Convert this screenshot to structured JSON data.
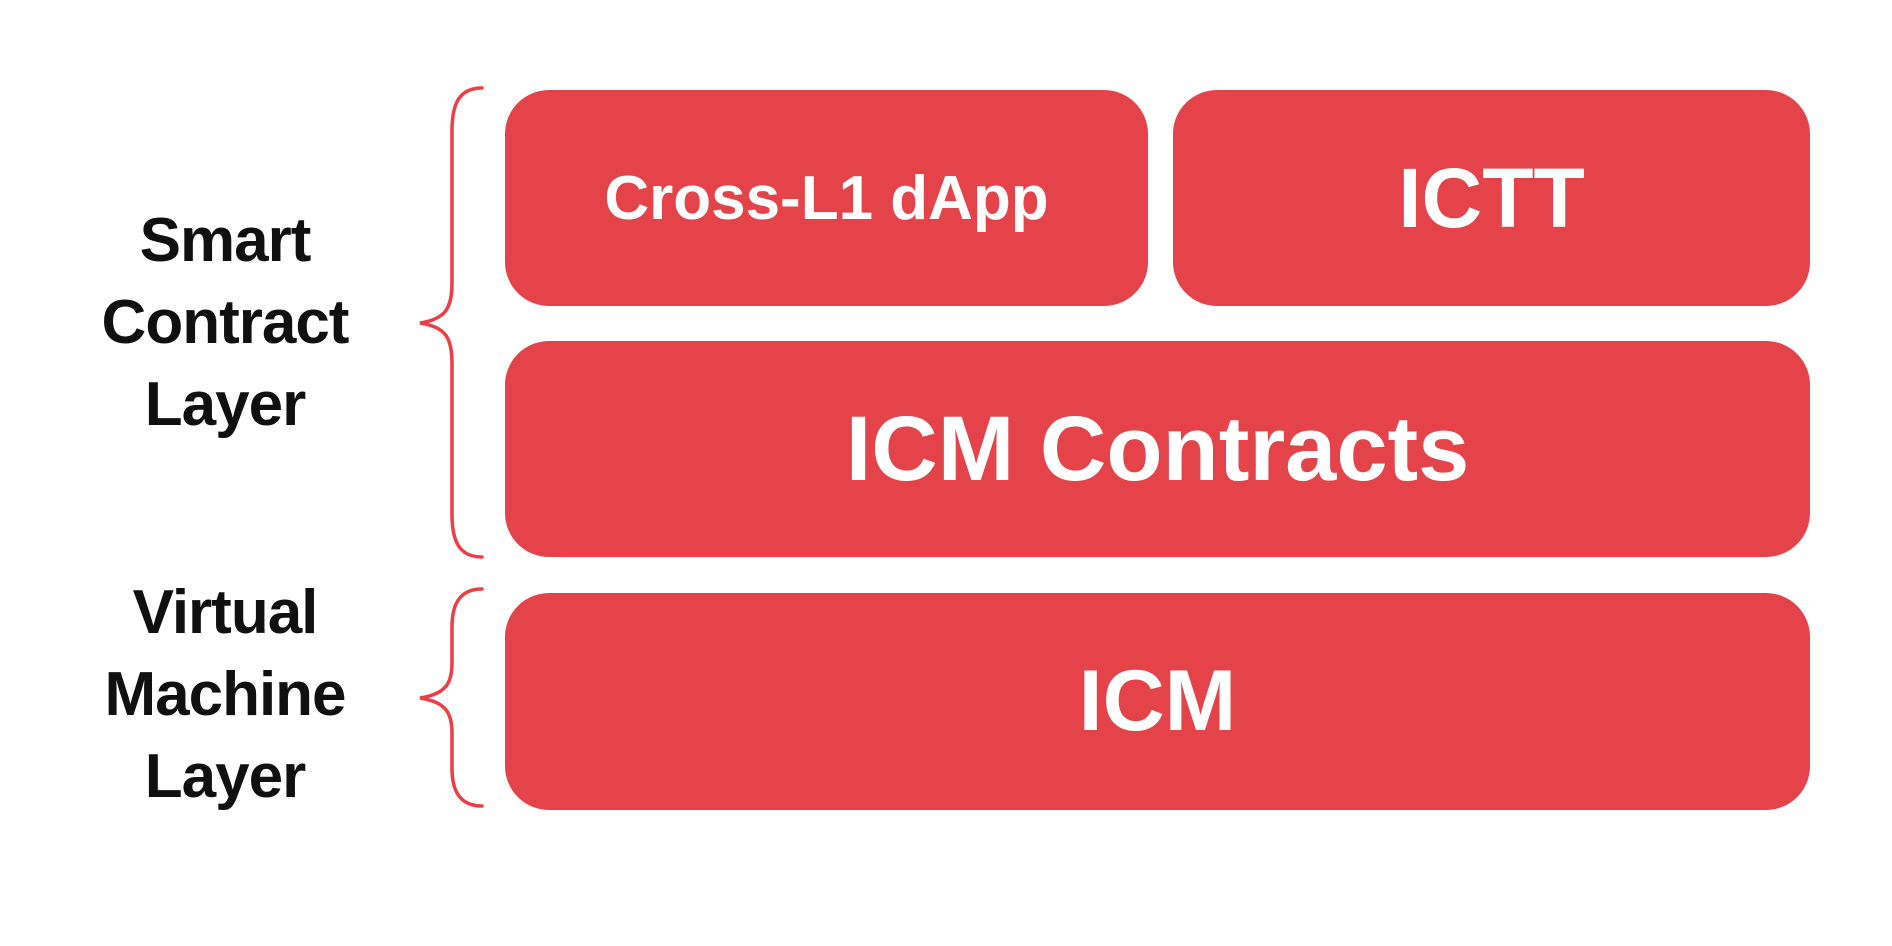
{
  "layer_labels": {
    "smart_contract": {
      "line1": "Smart",
      "line2": "Contract",
      "line3": "Layer"
    },
    "virtual_machine": {
      "line1": "Virtual",
      "line2": "Machine",
      "line3": "Layer"
    }
  },
  "blocks": {
    "cross_l1_dapp": "Cross-L1 dApp",
    "ictt": "ICTT",
    "icm_contracts": "ICM Contracts",
    "icm": "ICM"
  },
  "colors": {
    "background": "#ffffff",
    "block_fill": "#e4434a",
    "block_text": "#ffffff",
    "brace_stroke": "#ec3e44",
    "label_text": "#101010"
  }
}
